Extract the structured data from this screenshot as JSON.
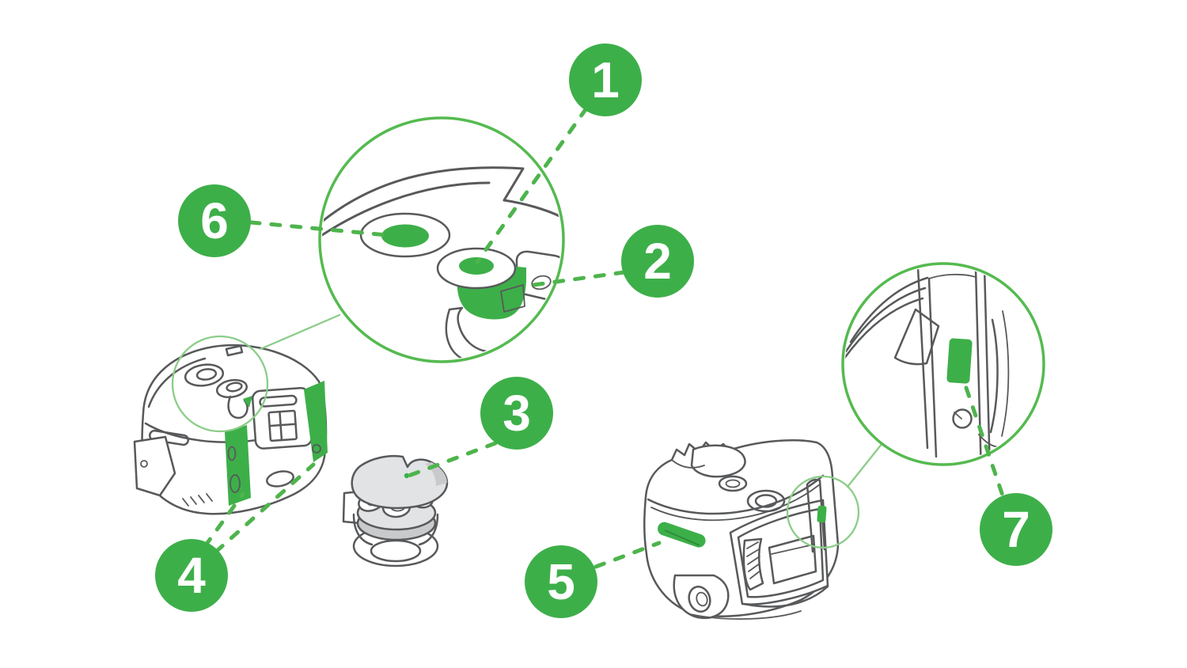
{
  "colors": {
    "accent_green": "#3DAF49",
    "outline_green": "#55BA50",
    "light_green": "#8BCD88",
    "dash_green": "#4EB44C",
    "line_gray": "#58595B",
    "shade_light": "#E2E3E4",
    "shade_mid": "#C9CACC",
    "background": "#FFFFFF"
  },
  "callouts": [
    {
      "label": "1"
    },
    {
      "label": "2"
    },
    {
      "label": "3"
    },
    {
      "label": "4"
    },
    {
      "label": "5"
    },
    {
      "label": "6"
    },
    {
      "label": "7"
    }
  ]
}
